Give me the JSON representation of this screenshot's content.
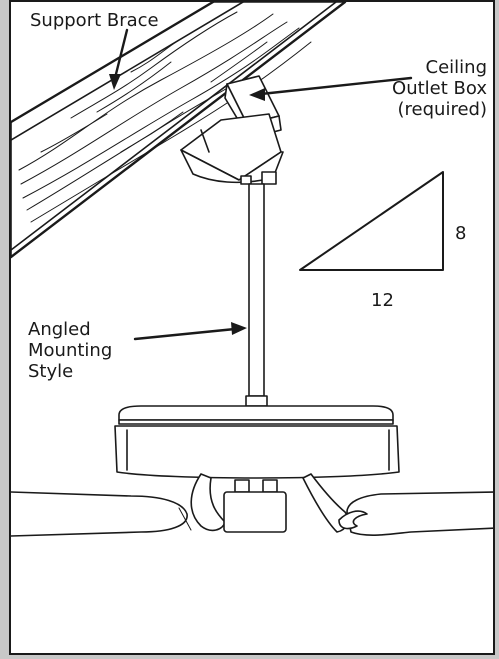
{
  "labels": {
    "support_brace": "Support Brace",
    "outlet_box": [
      "Ceiling",
      "Outlet Box",
      "(required)"
    ],
    "angled_mounting": [
      "Angled",
      "Mounting",
      "Style"
    ]
  },
  "slope_triangle": {
    "rise": "8",
    "run": "12"
  },
  "colors": {
    "line": "#1a1a1a",
    "background": "#ffffff",
    "outer": "#c8c8c8"
  }
}
